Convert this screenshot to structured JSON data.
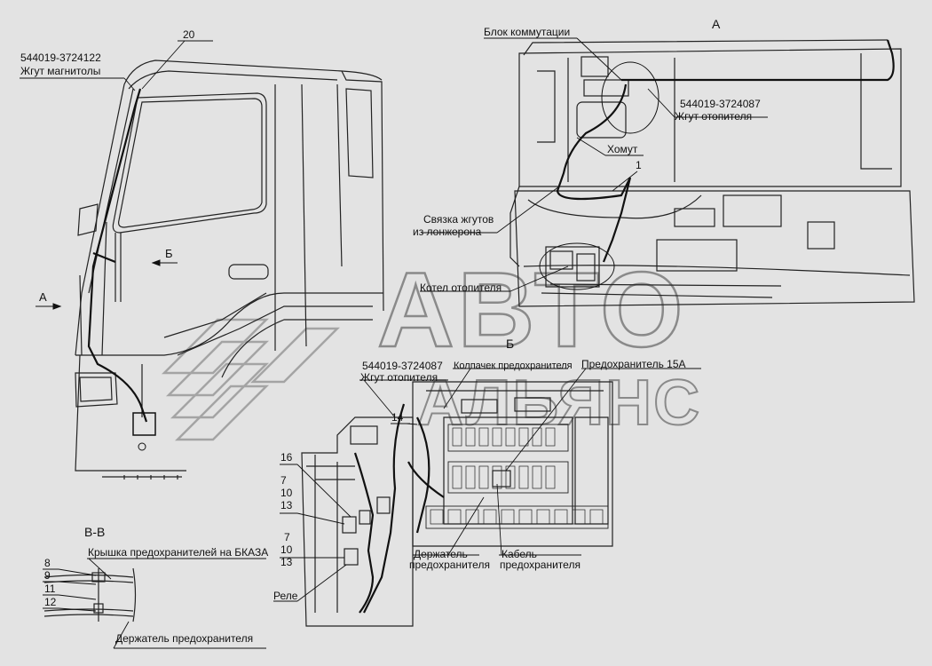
{
  "labels": {
    "part_544019_3724122": "544019-3724122",
    "radio_harness": "Жгут магнитолы",
    "num_20": "20",
    "arrow_a": "А",
    "arrow_b": "Б",
    "view_a": "А",
    "switch_block": "Блок коммутации",
    "part_544019_3724087_top": "544019-3724087",
    "heater_harness_top": "Жгут отопителя",
    "clamp": "Хомут",
    "num_1": "1",
    "harness_bundle_1": "Связка жгутов",
    "harness_bundle_2": "из лонжерона",
    "heater_boiler": "Котел отопителя",
    "view_b": "Б",
    "part_544019_3724087_mid": "544019-3724087",
    "heater_harness_mid": "Жгут отопителя",
    "fuse_cap": "Колпачек предохранителя",
    "fuse_15a": "Предохранитель 15А",
    "num_14": "14",
    "num_16": "16",
    "num_7a": "7",
    "num_10a": "10",
    "num_13a": "13",
    "num_7b": "7",
    "num_10b": "10",
    "num_13b": "13",
    "relay": "Реле",
    "fuse_holder_1": "Держатель",
    "fuse_holder_2": "предохранителя",
    "fuse_cable_1": "Кабель",
    "fuse_cable_2": "предохранителя",
    "section_bb": "В-В",
    "bkaza_cover": "Крышка предохранителей на БКАЗА",
    "num_8": "8",
    "num_9": "9",
    "num_11": "11",
    "num_12": "12",
    "fuse_holder_bottom": "Держатель предохранителя"
  },
  "watermark": {
    "line1": "АВТО",
    "line2": "АЛЬЯНС"
  }
}
